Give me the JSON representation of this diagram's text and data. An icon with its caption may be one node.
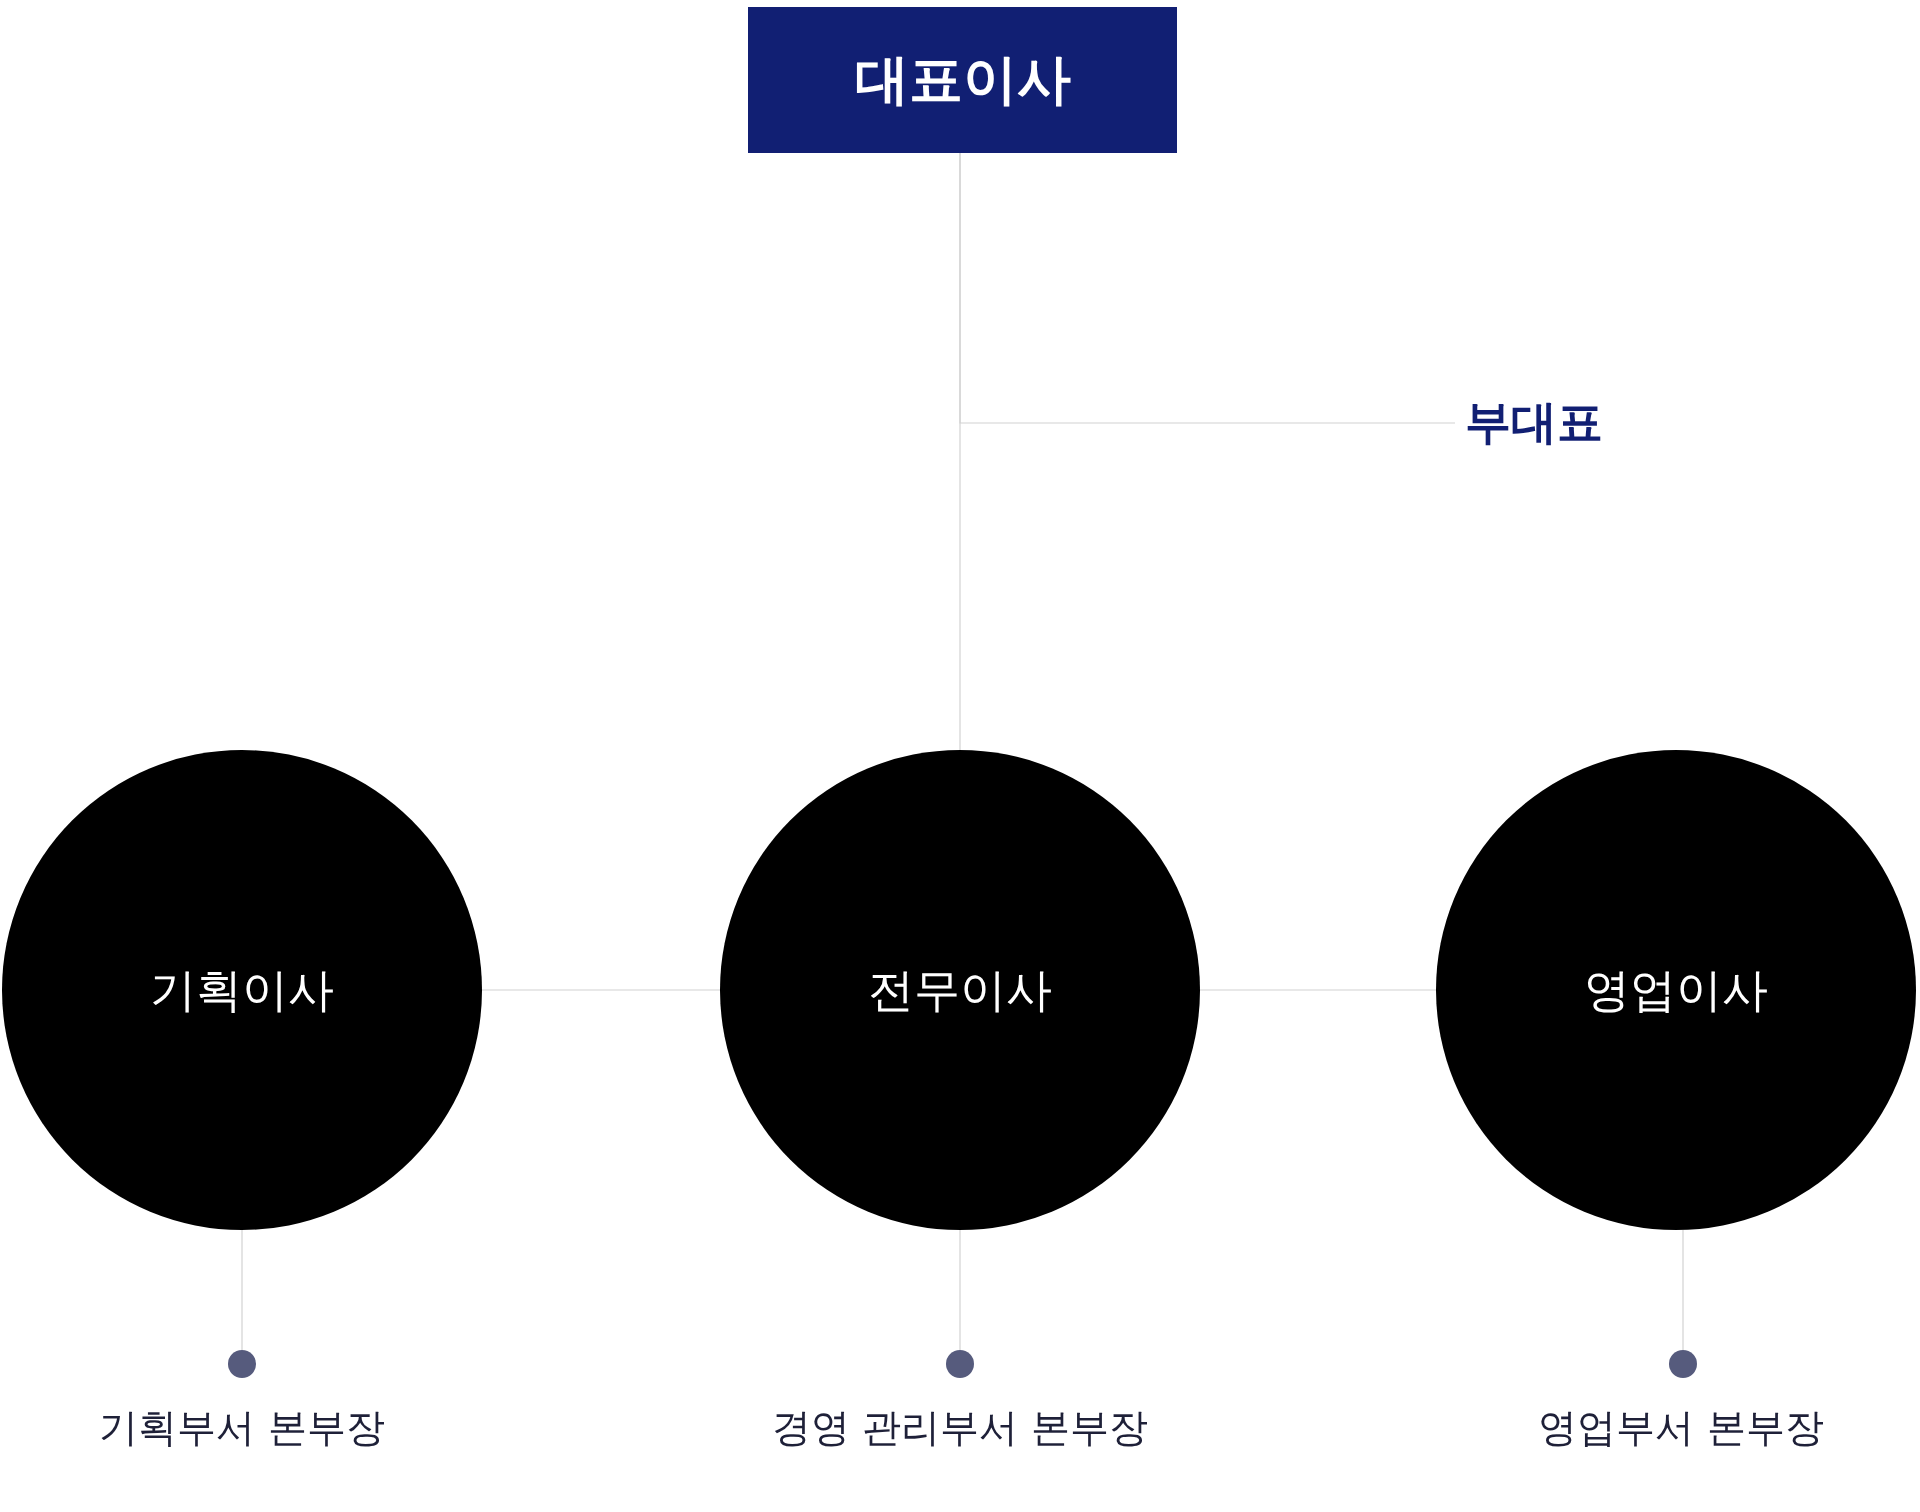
{
  "diagram": {
    "nodes": [
      {
        "text": [
          "대표이사"
        ]
      },
      {
        "text": [
          "부대표"
        ]
      },
      {
        "text": [
          "기획이사"
        ]
      },
      {
        "text": [
          "전무이사"
        ]
      },
      {
        "text": [
          "영업이사"
        ]
      },
      {
        "text": [],
        "shape": "circle",
        "beside": [
          "기획부서 본부장"
        ]
      },
      {
        "text": [],
        "shape": "circle",
        "beside": [
          "경영 관리부서 본부장"
        ]
      },
      {
        "text": [],
        "shape": "circle",
        "beside": [
          "영업부서 본부장"
        ]
      }
    ],
    "edges": [
      {
        "from": 0,
        "to": 1,
        "arrow": "none"
      },
      {
        "from": 0,
        "to": 3,
        "arrow": "none"
      },
      {
        "from": 2,
        "to": 3,
        "arrow": "none"
      },
      {
        "from": 3,
        "to": 4,
        "arrow": "none"
      },
      {
        "from": 2,
        "to": 5,
        "arrow": "none"
      },
      {
        "from": 3,
        "to": 6,
        "arrow": "none"
      },
      {
        "from": 4,
        "to": 7,
        "arrow": "none"
      }
    ]
  }
}
